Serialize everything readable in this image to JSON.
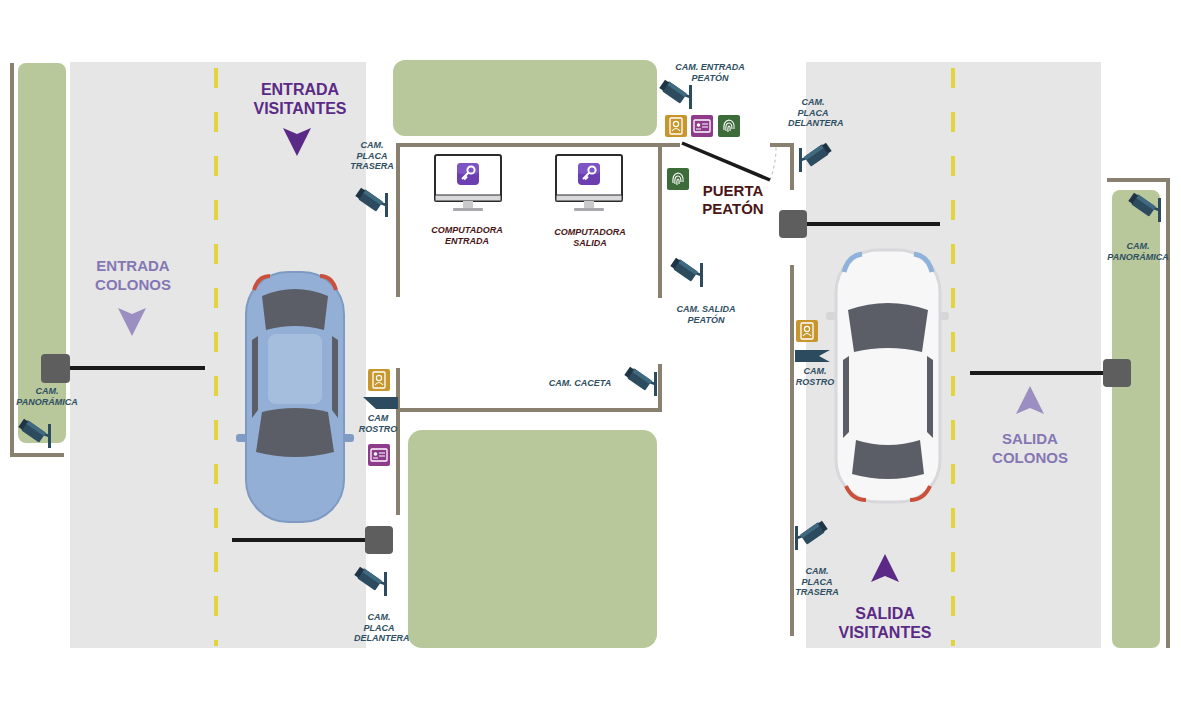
{
  "diagram": {
    "labels": [
      "ENTRADA VISITANTES",
      "ENTRADA COLONOS",
      "CAM. PANORÁMICA",
      "CAM. PLACA TRASERA",
      "COMPUTADORA ENTRADA",
      "COMPUTADORA SALIDA",
      "CAM. ENTRADA PEATÓN",
      "PUERTA PEATÓN",
      "CAM. SALIDA PEATÓN",
      "CAM. PLACA DELANTERA",
      "CAM. PANORÁMICA",
      "CAM. ROSTRO",
      "SALIDA COLONOS",
      "CAM. PLACA TRASERA",
      "SALIDA VISITANTES",
      "CAM. CACETA",
      "CAM ROSTRO",
      "CAM. PLACA DELANTERA"
    ]
  }
}
